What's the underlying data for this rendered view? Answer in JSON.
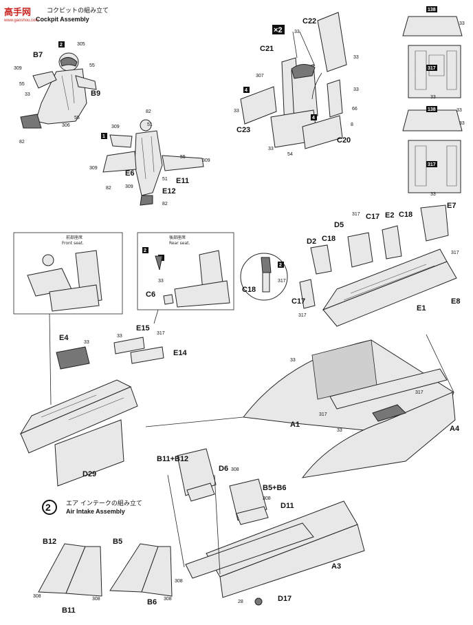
{
  "watermark": {
    "logo_text": "高手网",
    "site": "www.gaoshou.com"
  },
  "section1": {
    "title_jp": "コクピットの組み立て",
    "title_en": "Cockpit Assembly"
  },
  "section2": {
    "step": "2",
    "title_jp": "エア インテークの組み立て",
    "title_en": "Air Intake Assembly"
  },
  "seats": {
    "front_jp": "前部座席",
    "front_en": "Front seat.",
    "rear_jp": "後部座席",
    "rear_en": "Rear seat."
  },
  "multiplier": "×2",
  "part_labels": {
    "B7": "B7",
    "B9": "B9",
    "E6": "E6",
    "E11": "E11",
    "E12": "E12",
    "C21": "C21",
    "C22": "C22",
    "C23": "C23",
    "C20": "C20",
    "E7": "E7",
    "D5": "D5",
    "D2": "D2",
    "C17": "C17",
    "C18": "C18",
    "E2": "E2",
    "E1": "E1",
    "E8": "E8",
    "C6": "C6",
    "E4": "E4",
    "E15": "E15",
    "E14": "E14",
    "D29": "D29",
    "A1": "A1",
    "A4": "A4",
    "B11_B12": "B11+B12",
    "D6": "D6",
    "B5_B6": "B5+B6",
    "D11": "D11",
    "A3": "A3",
    "D17": "D17",
    "B12": "B12",
    "B11": "B11",
    "B5": "B5",
    "B6": "B6"
  },
  "color_codes": {
    "c305": "305",
    "c55": "55",
    "c309": "309",
    "c33": "33",
    "c306": "306",
    "c82": "82",
    "c51": "51",
    "c307": "307",
    "c66": "66",
    "c8": "8",
    "c54": "54",
    "c4": "4",
    "c2": "2",
    "c1": "1",
    "c317": "317",
    "c138": "138",
    "c308": "308",
    "c28": "28"
  },
  "colors": {
    "ink": "#111111",
    "part_fill": "#e8e8e8",
    "dark_fill": "#777777",
    "badge": "#111111",
    "logo": "#c8231f"
  }
}
